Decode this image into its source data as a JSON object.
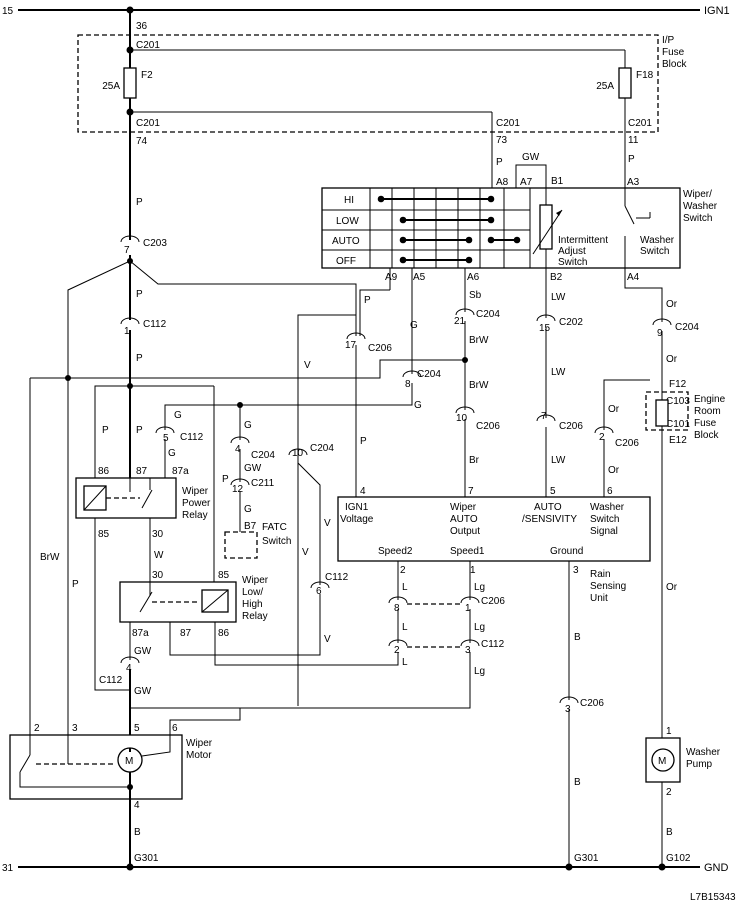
{
  "rails": {
    "top_left": "15",
    "top_right": "IGN1",
    "bottom_left": "31",
    "bottom_right": "GND"
  },
  "footer": {
    "code": "L7B15343"
  },
  "fuse_block": {
    "line1": "I/P",
    "line2": "Fuse",
    "line3": "Block"
  },
  "fuse_f2": {
    "name": "F2",
    "rating": "25A"
  },
  "fuse_f18": {
    "name": "F18",
    "rating": "25A"
  },
  "c201_top": {
    "pin": "36",
    "name": "C201"
  },
  "c201_left": {
    "name": "C201",
    "pin": "74"
  },
  "c201_mid": {
    "name": "C201",
    "pin": "73"
  },
  "c201_right": {
    "name": "C201",
    "pin": "11"
  },
  "switch": {
    "line1": "Wiper/",
    "line2": "Washer",
    "line3": "Switch",
    "positions": [
      "HI",
      "LOW",
      "AUTO",
      "OFF"
    ],
    "pins_top": [
      "A8",
      "A7",
      "B1",
      "A3"
    ],
    "pins_bottom": [
      "A9",
      "A5",
      "A6",
      "B2",
      "A4"
    ],
    "intermittent_line1": "Intermittent",
    "intermittent_line2": "Adjust",
    "intermittent_line3": "Switch",
    "washer_line1": "Washer",
    "washer_line2": "Switch"
  },
  "wires": {
    "p": "P",
    "gw": "GW",
    "g": "G",
    "sb": "Sb",
    "lw": "LW",
    "or": "Or",
    "v": "V",
    "brw": "BrW",
    "br": "Br",
    "w": "W",
    "l": "L",
    "lg": "Lg",
    "b": "B"
  },
  "connectors": {
    "c203_pin": "7",
    "c203": "C203",
    "c112_a_pin": "1",
    "c112": "C112",
    "c206_a_pin": "17",
    "c206": "C206",
    "c204": "C204",
    "c204_a_pin": "21",
    "c204_b_pin": "8",
    "c204_c_pin": "4",
    "c204_d_pin": "10",
    "c204_e_pin": "9",
    "c202_pin": "15",
    "c202": "C202",
    "c206_b_pin": "10",
    "c206_c_pin": "7",
    "c206_d_pin": "2",
    "c112_b_pin": "5",
    "c211_pin": "12",
    "c211": "C211",
    "c112_c_pin": "6",
    "c206_e_pin": "8",
    "c206_f_pin": "1",
    "c112_d_pin": "2",
    "c112_e_pin": "3",
    "c112_f_pin": "4",
    "c206_g_pin": "3",
    "pin_a": "4",
    "pin_b": "7",
    "pin_c": "5",
    "pin_d": "6",
    "pin_e": "2",
    "pin_f": "1",
    "pin_g": "3"
  },
  "fatc": {
    "pin": "B7",
    "line1": "FATC",
    "line2": "Switch"
  },
  "engine_block": {
    "f12": "F12",
    "c103": "C103",
    "c101": "C101",
    "e12": "E12",
    "line1": "Engine",
    "line2": "Room",
    "line3": "Fuse",
    "line4": "Block"
  },
  "relay_power": {
    "line1": "Wiper",
    "line2": "Power",
    "line3": "Relay",
    "pin_86": "86",
    "pin_87": "87",
    "pin_87a": "87a",
    "pin_85": "85",
    "pin_30": "30"
  },
  "relay_lowhigh": {
    "line1": "Wiper",
    "line2": "Low/",
    "line3": "High",
    "line4": "Relay",
    "pin_30": "30",
    "pin_85": "85",
    "pin_87a": "87a",
    "pin_87": "87",
    "pin_86": "86"
  },
  "rain_unit": {
    "ign1_line1": "IGN1",
    "ign1_line2": "Voltage",
    "auto_out_line1": "Wiper",
    "auto_out_line2": "AUTO",
    "auto_out_line3": "Output",
    "auto_sens_line1": "AUTO",
    "auto_sens_line2": "/SENSIVITY",
    "washer_sig_line1": "Washer",
    "washer_sig_line2": "Switch",
    "washer_sig_line3": "Signal",
    "speed2": "Speed2",
    "speed1": "Speed1",
    "ground": "Ground",
    "name_line1": "Rain",
    "name_line2": "Sensing",
    "name_line3": "Unit"
  },
  "wiper_motor": {
    "line1": "Wiper",
    "line2": "Motor",
    "symbol": "M",
    "pin_2": "2",
    "pin_3": "3",
    "pin_5": "5",
    "pin_6": "6"
  },
  "washer_pump": {
    "line1": "Washer",
    "line2": "Pump",
    "symbol": "M"
  },
  "grounds": {
    "g301_left": "G301",
    "g301_mid": "G301",
    "g102": "G102"
  }
}
